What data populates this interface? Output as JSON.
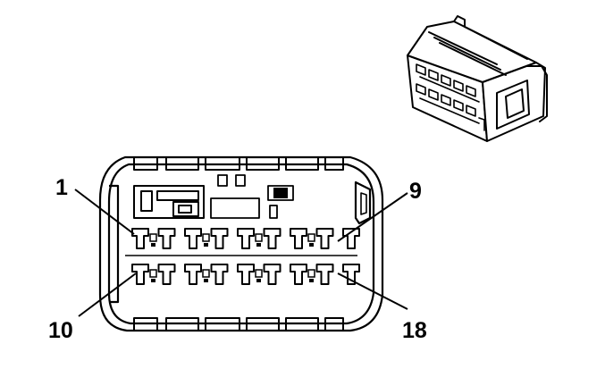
{
  "pin_labels": {
    "top_left": "1",
    "top_right": "9",
    "bottom_left": "10",
    "bottom_right": "18"
  },
  "pins": {
    "rows": 2,
    "per_row": 9,
    "first_pin_top_row": 1,
    "first_pin_bottom_row": 10
  },
  "colors": {
    "line": "#000000",
    "background": "#ffffff"
  }
}
